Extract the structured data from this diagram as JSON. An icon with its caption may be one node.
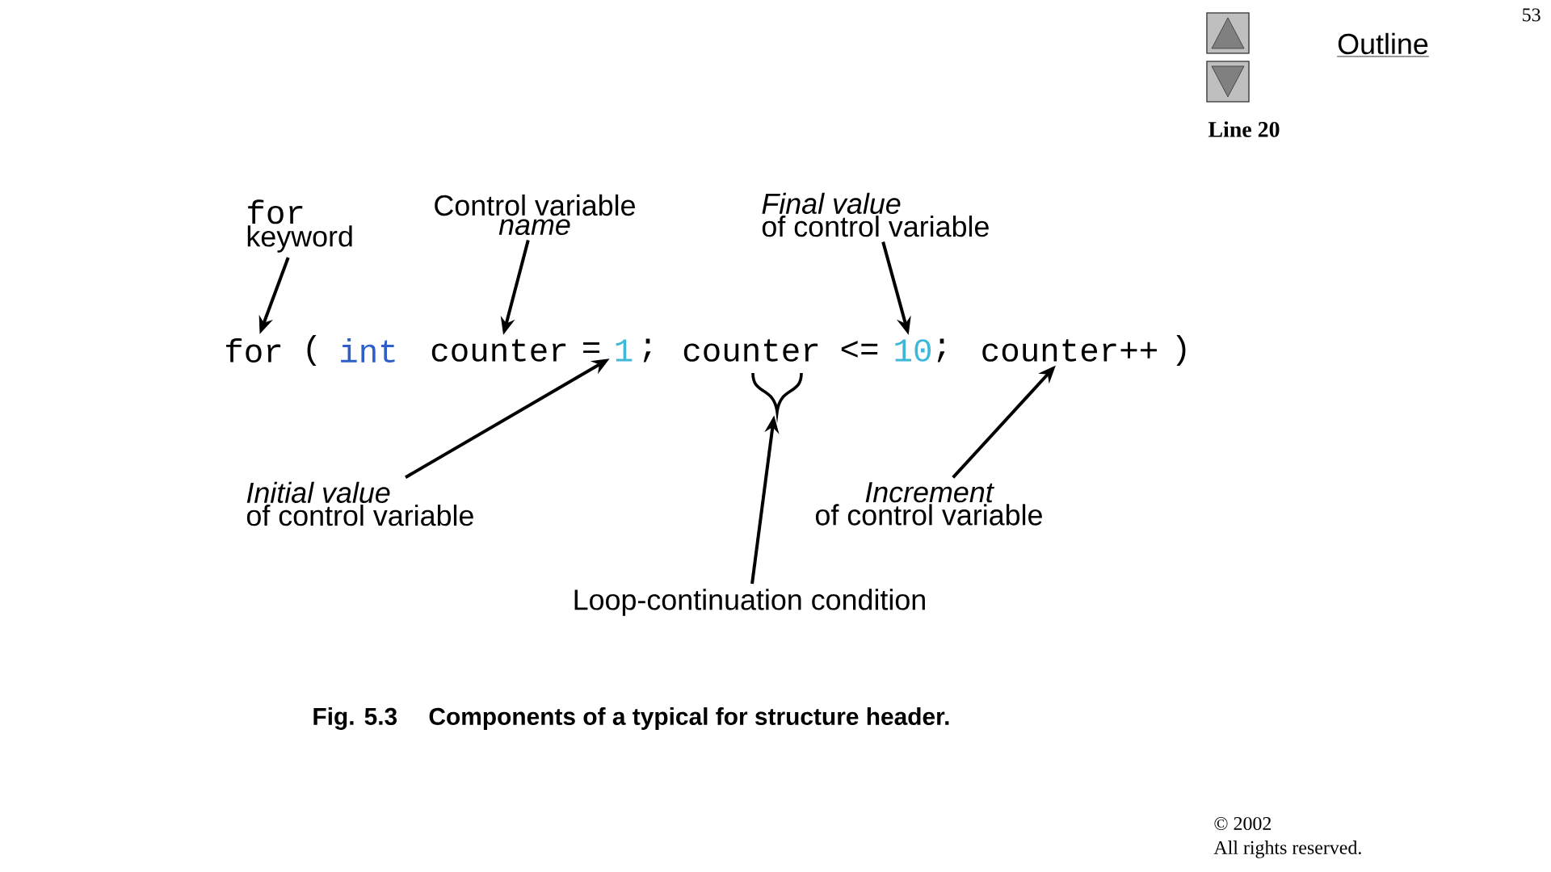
{
  "diagram": {
    "caption": "Components of a typical for structure header.",
    "nodes": [
      {
        "text": [
          "for",
          "keyword"
        ]
      },
      {
        "text": [
          "Control variable",
          "name"
        ]
      },
      {
        "text": [
          "Final value",
          "of control variable"
        ]
      },
      {
        "text": [
          "Initial value",
          "of control variable"
        ]
      },
      {
        "text": [
          "Increment",
          "of control variable"
        ]
      },
      {
        "text": [
          "Loop-continuation condition"
        ]
      },
      {
        "text": [
          "for"
        ]
      },
      {
        "text": [
          "("
        ]
      },
      {
        "text": [
          "int"
        ]
      },
      {
        "text": [
          "counter"
        ]
      },
      {
        "text": [
          "="
        ]
      },
      {
        "text": [
          "1"
        ]
      },
      {
        "text": [
          ";"
        ]
      },
      {
        "text": [
          "counter"
        ]
      },
      {
        "text": [
          "<="
        ]
      },
      {
        "text": [
          "10"
        ]
      },
      {
        "text": [
          ";"
        ]
      },
      {
        "text": [
          "counter++"
        ]
      },
      {
        "text": [
          ")"
        ]
      },
      {
        "text": [],
        "shape": "brace"
      }
    ],
    "edges": [
      {
        "from": 0,
        "to": 6,
        "arrow": "to"
      },
      {
        "from": 1,
        "to": 9,
        "arrow": "to"
      },
      {
        "from": 2,
        "to": 15,
        "arrow": "to"
      },
      {
        "from": 3,
        "to": 11,
        "arrow": "to"
      },
      {
        "from": 5,
        "to": 19,
        "arrow": "to"
      },
      {
        "from": 4,
        "to": 17,
        "arrow": "to"
      }
    ],
    "labels": [
      "Outline",
      "53",
      "Line 20",
      "Fig. 5.3",
      "© 2002",
      "All rights reserved."
    ]
  }
}
